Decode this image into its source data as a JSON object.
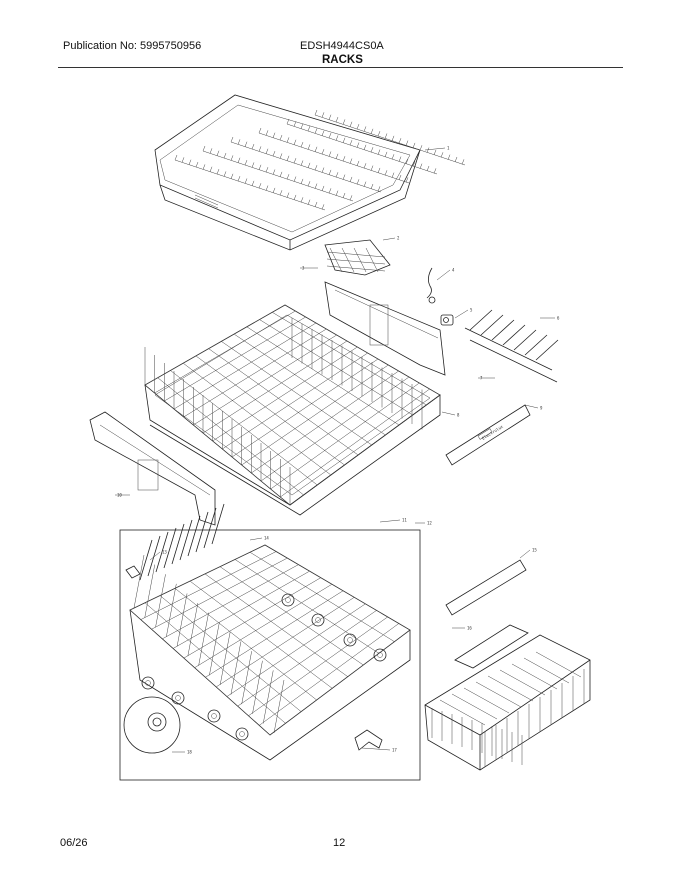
{
  "header": {
    "publication": "Publication No: 5995750956",
    "model": "EDSH4944CS0A",
    "section_title": "RACKS"
  },
  "footer": {
    "date": "06/26",
    "page": "12"
  },
  "callout_refs": [
    "1",
    "2",
    "3",
    "4",
    "5",
    "6",
    "7",
    "8",
    "9",
    "10",
    "11",
    "12",
    "13",
    "14",
    "15",
    "16",
    "17",
    "18"
  ],
  "badges": {
    "brand_mark": "Electrolux"
  }
}
